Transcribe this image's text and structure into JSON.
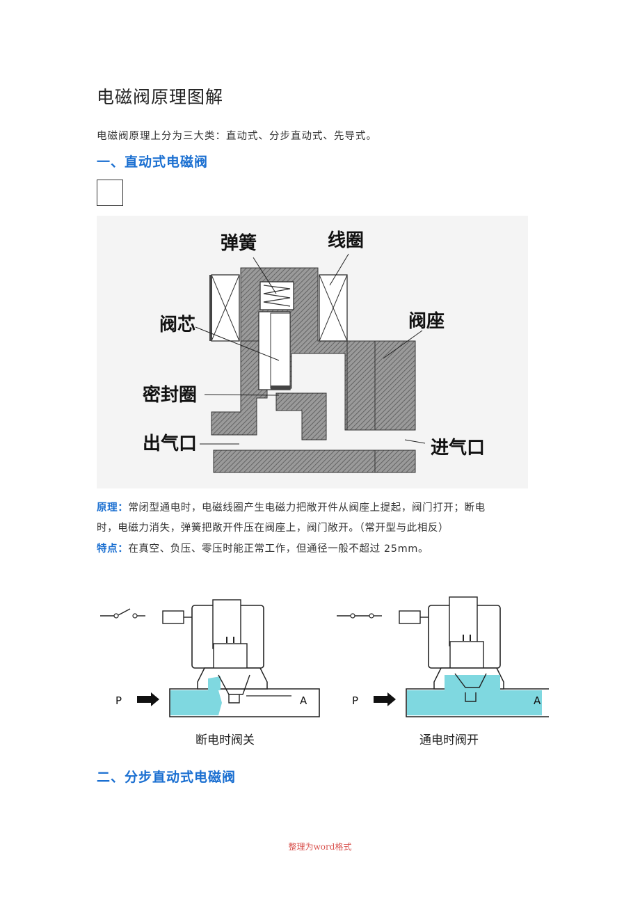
{
  "document": {
    "title": "电磁阀原理图解",
    "intro": "电磁阀原理上分为三大类：直动式、分步直动式、先导式。",
    "section1_heading": "一、直动式电磁阀",
    "section2_heading": "二、分步直动式电磁阀"
  },
  "diagram1": {
    "labels": {
      "spring": "弹簧",
      "coil": "线圈",
      "core": "阀芯",
      "seat": "阀座",
      "seal": "密封圈",
      "outlet": "出气口",
      "inlet": "进气口"
    }
  },
  "principle": {
    "label": "原理：",
    "text_line1": "常闭型通电时，电磁线圈产生电磁力把敞开件从阀座上提起，阀门打开；断电",
    "text_line2": "时，电磁力消失，弹簧把敞开件压在阀座上，阀门敞开。（常开型与此相反）"
  },
  "feature": {
    "label": "特点：",
    "text": "在真空、负压、零压时能正常工作，但通径一般不超过 25mm。"
  },
  "diagram2": {
    "left": {
      "p": "P",
      "a": "A",
      "caption": "断电时阀关"
    },
    "right": {
      "p": "P",
      "a": "A",
      "caption": "通电时阀开"
    }
  },
  "footer": {
    "text": "整理为word格式"
  },
  "colors": {
    "heading": "#1a6fd1",
    "footer": "#d9534f",
    "fluid": "#7fd8e0"
  }
}
